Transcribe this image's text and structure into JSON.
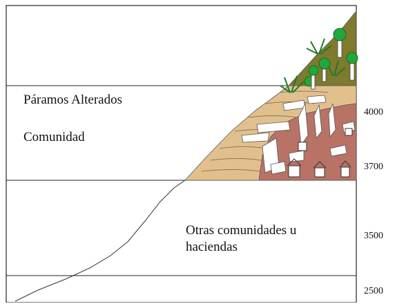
{
  "zones": {
    "paramos": "Páramos Alterados",
    "comunidad": "Comunidad",
    "otras": [
      "Otras comunidades u",
      "haciendas"
    ]
  },
  "elevations": [
    "4000",
    "3700",
    "3500",
    "2500"
  ],
  "colors": {
    "grass": "#e2c08e",
    "soil": "#b97266",
    "forest": "#7e7a2e",
    "plants": "#22a83a",
    "lines": "#222222"
  }
}
